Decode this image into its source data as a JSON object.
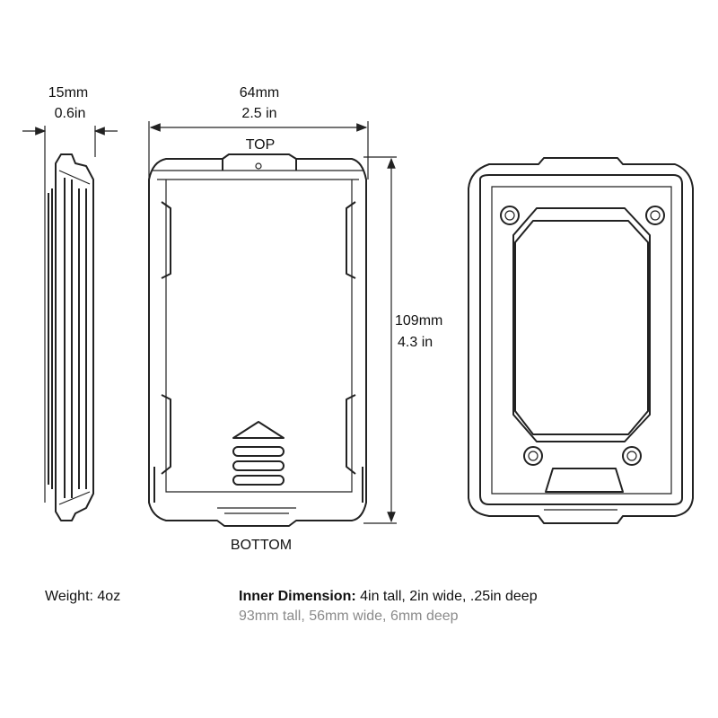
{
  "dimensions": {
    "depth_mm": "15mm",
    "depth_in": "0.6in",
    "width_mm": "64mm",
    "width_in": "2.5 in",
    "height_mm": "109mm",
    "height_in": "4.3 in"
  },
  "labels": {
    "top": "TOP",
    "bottom": "BOTTOM"
  },
  "specs": {
    "weight": "Weight: 4oz",
    "inner_label": "Inner Dimension:",
    "inner_imperial": " 4in tall, 2in wide, .25in deep",
    "inner_metric": "93mm tall, 56mm wide, 6mm deep"
  }
}
